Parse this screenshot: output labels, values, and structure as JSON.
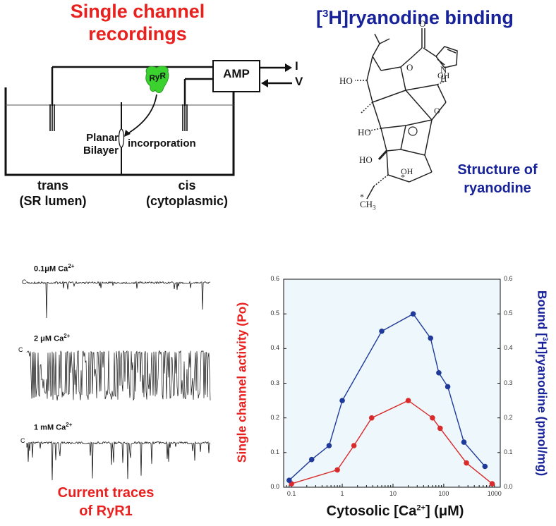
{
  "bilayer": {
    "title_line1": "Single channel",
    "title_line2": "recordings",
    "amp": "AMP",
    "out_i": "I",
    "in_v": "V",
    "ryr": "RyR",
    "planar": "Planar",
    "bilayer": "Bilayer",
    "incorporation": "incorporation",
    "trans": "trans",
    "trans_sub": "(SR lumen)",
    "cis": "cis",
    "cis_sub": "(cytoplasmic)"
  },
  "ryanodine": {
    "title_pre": "[",
    "title_sup": "3",
    "title_post": "H]ryanodine binding",
    "caption_line1": "Structure of",
    "caption_line2": "ryanodine",
    "atoms": {
      "o_top": "O",
      "ho1": "HO",
      "oh1": "OH",
      "o_ring": "O",
      "n": "N",
      "h": "H",
      "ho2": "HO",
      "ho3": "HO",
      "oh2": "OH",
      "star1": "*",
      "star2": "*",
      "ch3": "CH"
    }
  },
  "traces": {
    "t1_label": "0.1μM Ca",
    "t2_label": "2 μM Ca",
    "t3_label": "1 mM Ca",
    "sup": "2+",
    "closed": "C",
    "caption_line1": "Current traces",
    "caption_line2": "of RyR1"
  },
  "chart_data": {
    "type": "line",
    "xlabel_pre": "Cytosolic [Ca",
    "xlabel_sup": "2+",
    "xlabel_post": "] (μM)",
    "ylabel": "Single channel activity (Po)",
    "y2label_pre": "Bound [",
    "y2label_sup": "3",
    "y2label_post": "H]ryanodine (pmol/mg)",
    "x_scale": "log",
    "xlim": [
      0.07,
      1300
    ],
    "x_ticks": [
      0.1,
      1,
      10,
      100,
      1000
    ],
    "x_tick_labels": [
      "0.1",
      "1",
      "10",
      "100",
      "1000"
    ],
    "ylim": [
      0,
      0.6
    ],
    "y_ticks": [
      0.0,
      0.1,
      0.2,
      0.3,
      0.4,
      0.5,
      0.6
    ],
    "y_tick_labels": [
      "0.0",
      "0.1",
      "0.2",
      "0.3",
      "0.4",
      "0.5",
      "0.6"
    ],
    "y2lim": [
      0,
      0.6
    ],
    "y2_ticks": [
      0.0,
      0.1,
      0.2,
      0.3,
      0.4,
      0.5,
      0.6
    ],
    "y2_tick_labels": [
      "0.0",
      "0.1",
      "0.2",
      "0.3",
      "0.4",
      "0.5",
      "0.6"
    ],
    "background": "#eef7fb",
    "series": [
      {
        "axis": "left",
        "color": "#d92b2b",
        "x": [
          0.1,
          0.8,
          1.7,
          3.8,
          20,
          60,
          85,
          280,
          900
        ],
        "y": [
          0.01,
          0.05,
          0.12,
          0.2,
          0.25,
          0.2,
          0.17,
          0.07,
          0.01
        ]
      },
      {
        "axis": "right",
        "color": "#1f3a9a",
        "x": [
          0.09,
          0.25,
          0.55,
          1.0,
          6.0,
          25,
          55,
          80,
          120,
          250,
          650
        ],
        "y": [
          0.02,
          0.08,
          0.12,
          0.25,
          0.45,
          0.5,
          0.43,
          0.33,
          0.29,
          0.13,
          0.06
        ]
      }
    ]
  }
}
